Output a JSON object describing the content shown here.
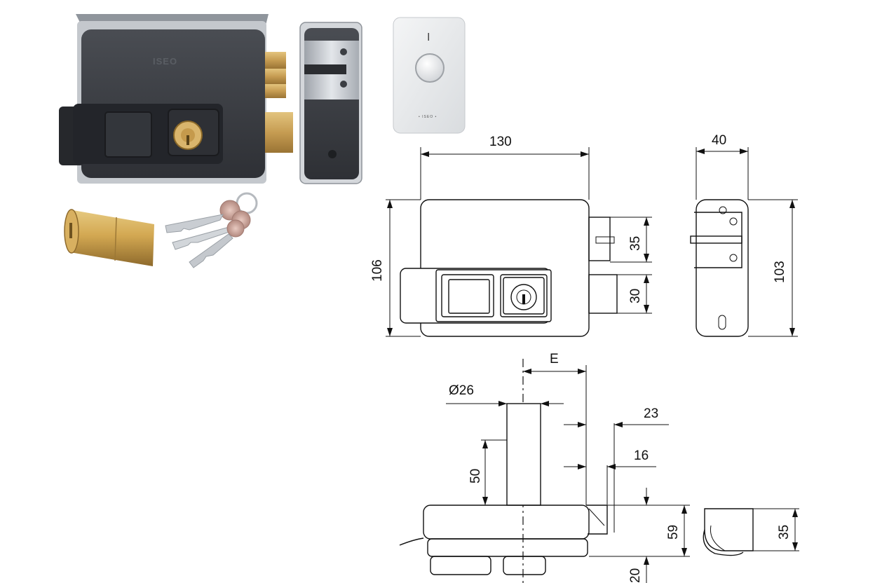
{
  "product_photos": {
    "lock_brand": "ISEO",
    "button_panel_mark": "I",
    "button_panel_footer": "• ISEO •"
  },
  "drawings": {
    "front_view": {
      "width_label": "130",
      "height_label": "106",
      "upper_bolt_label": "35",
      "lower_bolt_label": "30"
    },
    "side_view": {
      "depth_label": "40",
      "height_label": "103"
    },
    "top_view": {
      "backset_label": "E",
      "cylinder_diameter_label": "Ø26",
      "cylinder_length_label": "50",
      "strike_offset_outer_label": "23",
      "strike_offset_inner_label": "16",
      "body_thickness_label": "59",
      "knob_projection_label": "20",
      "strike_height_label": "35"
    }
  },
  "colors": {
    "lock_body": "#3d4045",
    "lock_body_dark": "#2a2c30",
    "brass": "#c9a15a",
    "steel": "#b8bcc2",
    "line": "#111111"
  }
}
